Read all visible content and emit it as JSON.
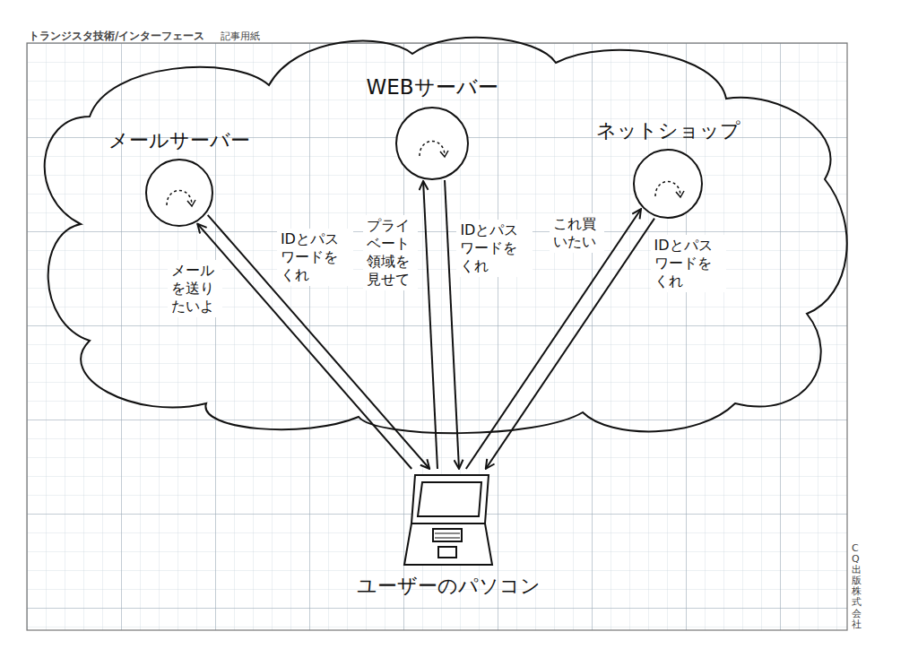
{
  "diagram": {
    "nodes": [
      {
        "text": [
          "メールサーバー"
        ]
      },
      {
        "text": [
          "WEBサーバー"
        ]
      },
      {
        "text": [
          "ネットショップ"
        ]
      },
      {
        "text": [
          "ユーザーのパソコン"
        ]
      }
    ],
    "edges": [
      {
        "from": 3,
        "to": 0,
        "arrow": "to",
        "label": "メールを送りたいよ"
      },
      {
        "from": 0,
        "to": 3,
        "arrow": "to",
        "label": "IDとパスワードをくれ"
      },
      {
        "from": 3,
        "to": 1,
        "arrow": "to",
        "label": "プライベート領域を見せて"
      },
      {
        "from": 1,
        "to": 3,
        "arrow": "to",
        "label": "IDとパスワードをくれ"
      },
      {
        "from": 3,
        "to": 2,
        "arrow": "to",
        "label": "これ買いたい"
      },
      {
        "from": 2,
        "to": 3,
        "arrow": "to",
        "label": "IDとパスワードをくれ"
      }
    ],
    "labels": [
      "トランジスタ技術/インターフェース",
      "記事用紙",
      "CQ出版株式会社"
    ]
  }
}
